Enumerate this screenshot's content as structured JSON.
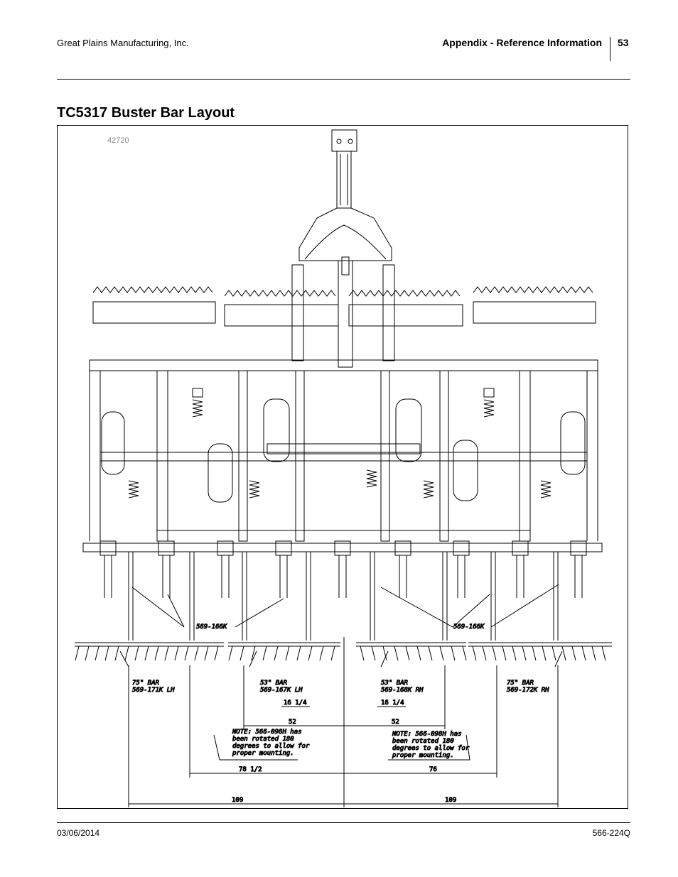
{
  "header": {
    "company": "Great Plains Manufacturing, Inc.",
    "section": "Appendix - Reference Information",
    "page_number": "53"
  },
  "title": "TC5317 Buster Bar Layout",
  "figure": {
    "id": "42720",
    "callouts": {
      "part_left": "569-166K",
      "part_right": "569-166K",
      "bar1_l1": "75\" BAR",
      "bar1_l2": "569-171K LH",
      "bar2_l1": "53\" BAR",
      "bar2_l2": "569-167K LH",
      "bar3_l1": "53\" BAR",
      "bar3_l2": "569-168K RH",
      "bar4_l1": "75\" BAR",
      "bar4_l2": "569-172K RH"
    },
    "dimensions": {
      "d1": "16 1/4",
      "d2": "16 1/4",
      "d3": "52",
      "d4": "52",
      "d5": "78 1/2",
      "d6": "76",
      "d7": "109",
      "d8": "109"
    },
    "notes": {
      "left": [
        "NOTE: 566-098H has",
        "been rotated 180",
        "degrees to allow for",
        "proper mounting."
      ],
      "right": [
        "NOTE: 566-098H has",
        "been rotated 180",
        "degrees to allow for",
        "proper mounting."
      ]
    }
  },
  "footer": {
    "date": "03/06/2014",
    "doc_number": "566-224Q"
  }
}
